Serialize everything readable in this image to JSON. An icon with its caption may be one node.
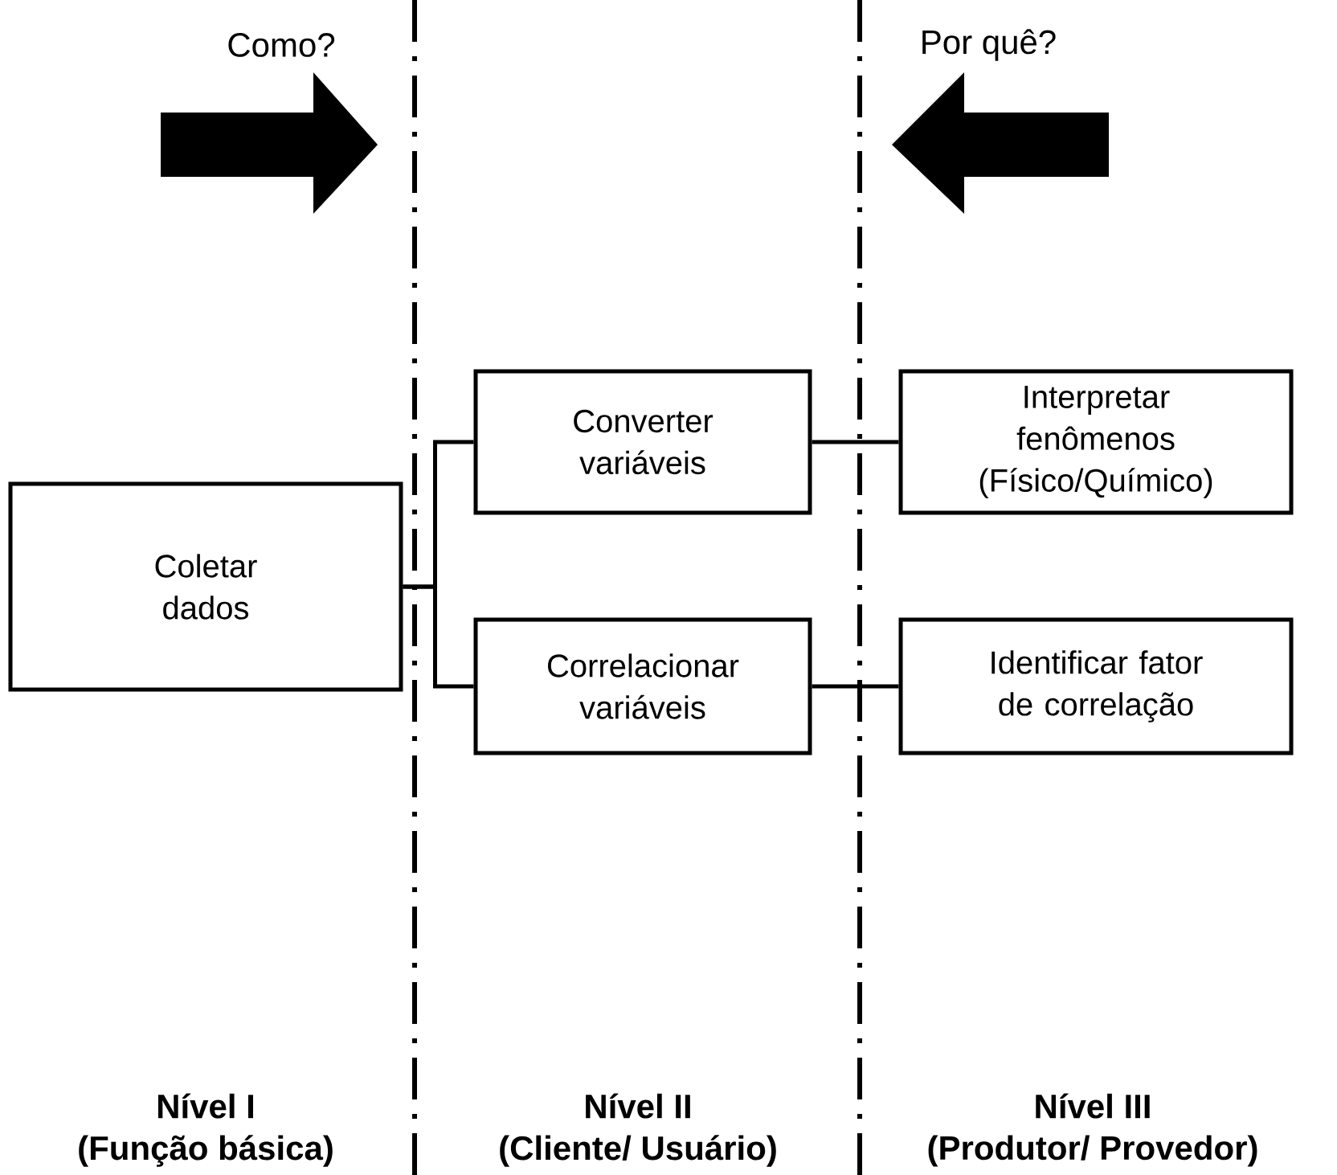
{
  "diagram": {
    "nodes": [
      {
        "text": [
          "Coletar dados"
        ]
      },
      {
        "text": [
          "Converter variáveis"
        ]
      },
      {
        "text": [
          "Correlacionar variáveis"
        ]
      },
      {
        "text": [
          "Interpretar fenômenos (Físico/Químico)"
        ]
      },
      {
        "text": [
          "Identificar fator de correlação"
        ]
      }
    ],
    "edges": [
      {
        "from": 0,
        "to": 1,
        "arrow": "none"
      },
      {
        "from": 0,
        "to": 2,
        "arrow": "none"
      },
      {
        "from": 1,
        "to": 3,
        "arrow": "none"
      },
      {
        "from": 2,
        "to": 4,
        "arrow": "none"
      }
    ],
    "labels": [
      "Como?",
      "Por quê?",
      "Nível I",
      "(Função básica)",
      "Nível II",
      "(Cliente/ Usuário)",
      "Nível III",
      "(Produtor/ Provedor)"
    ]
  }
}
